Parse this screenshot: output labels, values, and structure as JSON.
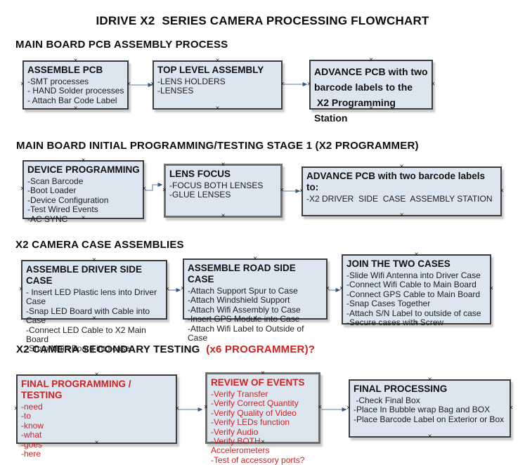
{
  "title": "IDRIVE X2  SERIES CAMERA PROCESSING FLOWCHART",
  "colors": {
    "box_fill": "#dce6f1",
    "box_border": "#3c3c3c",
    "box_border_thick": "#6f6f6f",
    "red": "#cc2222",
    "arrow_line": "#93a9c4",
    "arrow_head": "#3b5a82"
  },
  "icons": {
    "connection_point": "×"
  },
  "sections": [
    {
      "heading": "MAIN BOARD PCB ASSEMBLY PROCESS",
      "boxes": [
        {
          "title": "ASSEMBLE PCB",
          "items": [
            "-SMT processes",
            "- HAND Solder processes",
            "- Attach Bar Code Label"
          ]
        },
        {
          "title": "TOP LEVEL ASSEMBLY",
          "items": [
            "-LENS HOLDERS",
            "-LENSES"
          ]
        },
        {
          "title": "ADVANCE PCB with two\nbarcode labels to the\n X2 Programming Station",
          "items": []
        }
      ]
    },
    {
      "heading": "MAIN BOARD INITIAL PROGRAMMING/TESTING STAGE 1 (X2 PROGRAMMER)",
      "boxes": [
        {
          "title": "DEVICE PROGRAMMING",
          "items": [
            "-Scan Barcode",
            "-Boot Loader",
            "-Device Configuration",
            "-Test Wired Events",
            "-AC SYNC"
          ]
        },
        {
          "title": "LENS FOCUS",
          "items": [
            "-FOCUS BOTH LENSES",
            "-GLUE LENSES"
          ]
        },
        {
          "title": "ADVANCE PCB with two barcode labels to:",
          "items": [
            "-X2 DRIVER  SIDE  CASE  ASSEMBLY STATION"
          ]
        }
      ]
    },
    {
      "heading": "X2 CAMERA CASE ASSEMBLIES",
      "boxes": [
        {
          "title": "ASSEMBLE DRIVER SIDE CASE",
          "items": [
            "- Insert LED Plastic lens into Driver Case",
            "-Snap LED Board with Cable into Case",
            "-Connect LED Cable to X2 Main Board",
            "-Snap Main Board into case"
          ]
        },
        {
          "title": "ASSEMBLE ROAD SIDE CASE",
          "items": [
            "-Attach Support Spur to Case",
            "-Attach Windshield Support",
            "-Attach Wifi Assembly to Case",
            "-Insert GPS Module into Case",
            "-Attach Wifi Label to Outside of Case"
          ]
        },
        {
          "title": "JOIN THE TWO CASES",
          "items": [
            "-Slide Wifi Antenna into Driver Case",
            "-Connect Wifi Cable to Main Board",
            "-Connect GPS Cable to Main Board",
            "-Snap Cases Together",
            "-Attach S/N Label to outside of case",
            "-Secure cases with Screw"
          ]
        }
      ]
    },
    {
      "heading": "X2 CAMERA SECONDARY TESTING  ",
      "heading_red": "(x6 PROGRAMMER)?",
      "boxes": [
        {
          "title": "FINAL PROGRAMMING / TESTING",
          "items": [
            "-need",
            "-to",
            "-know",
            "-what",
            "-goes",
            "-here"
          ]
        },
        {
          "title": "REVIEW OF EVENTS",
          "items": [
            "-Verify Transfer",
            "-Verify Correct Quantity",
            "-Verify Quality of Video",
            "-Verify LEDs function",
            "-Verify Audio",
            "-Verify BOTH Accelerometers",
            "-Test of accessory ports?"
          ]
        },
        {
          "title": "FINAL PROCESSING",
          "items": [
            " -Check Final Box",
            "-Place In Bubble wrap Bag and BOX",
            "-Place Barcode Label on Exterior or Box"
          ]
        }
      ]
    }
  ]
}
